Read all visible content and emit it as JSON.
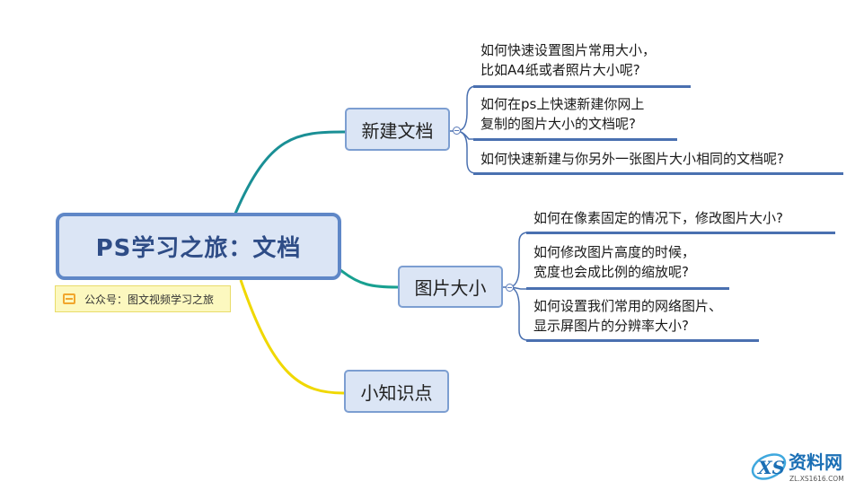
{
  "central": {
    "title": "PS学习之旅：文档"
  },
  "note": {
    "text": "公众号：图文视频学习之旅"
  },
  "topics": [
    {
      "label": "新建文档",
      "subtopics": [
        {
          "lines": [
            "如何快速设置图片常用大小，",
            "比如A4纸或者照片大小呢?"
          ]
        },
        {
          "lines": [
            "如何在ps上快速新建你网上",
            "复制的图片大小的文档呢?"
          ]
        },
        {
          "lines": [
            "如何快速新建与你另外一张图片大小相同的文档呢?"
          ]
        }
      ]
    },
    {
      "label": "图片大小",
      "subtopics": [
        {
          "lines": [
            "如何在像素固定的情况下，修改图片大小?"
          ]
        },
        {
          "lines": [
            "如何修改图片高度的时候，",
            "宽度也会成比例的缩放呢?"
          ]
        },
        {
          "lines": [
            "如何设置我们常用的网络图片、",
            "显示屏图片的分辨率大小?"
          ]
        }
      ]
    },
    {
      "label": "小知识点",
      "subtopics": []
    }
  ],
  "watermark": {
    "brand": "资料网",
    "url": "ZL.XS1616.COM"
  },
  "colors": {
    "branch_teal": "#1a8f95",
    "branch_yellow": "#f0d800",
    "underline": "#4a70b0",
    "node_border": "#7c9ed1"
  }
}
